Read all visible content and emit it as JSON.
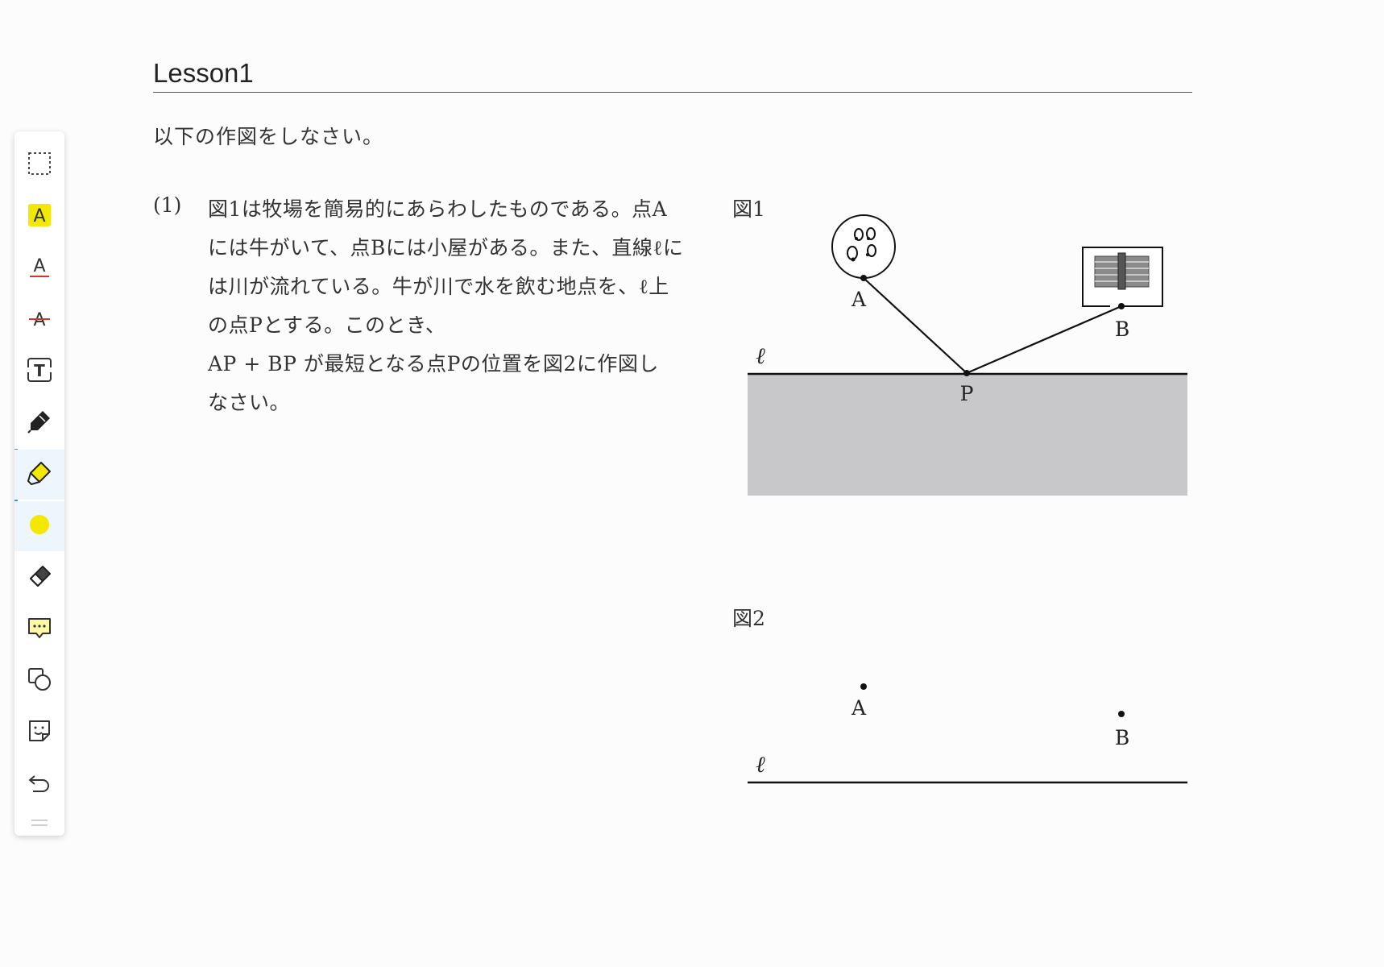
{
  "page": {
    "title": "Lesson1",
    "instruction": "以下の作図をしなさい。"
  },
  "question": {
    "number": "(1)",
    "lines": [
      "図1は牧場を簡易的にあらわしたものである。点A",
      "には牛がいて、点Bには小屋がある。また、直線ℓに",
      "は川が流れている。牛が川で水を飲む地点を、ℓ上",
      "の点Pとする。このとき、",
      "AP + BP が最短となる点Pの位置を図2に作図し",
      "なさい。"
    ]
  },
  "figure1": {
    "label": "図1",
    "point_a": "A",
    "point_b": "B",
    "point_p": "P",
    "line_label": "ℓ",
    "river_color": "#c8c7c9"
  },
  "figure2": {
    "label": "図2",
    "point_a": "A",
    "point_b": "B",
    "line_label": "ℓ"
  },
  "toolbar": {
    "accent_color": "#2a9be3",
    "highlight_color": "#f4e700",
    "tools": [
      {
        "icon": "selection-icon"
      },
      {
        "icon": "highlight-text-icon",
        "glyph": "A"
      },
      {
        "icon": "underline-text-icon",
        "glyph": "A"
      },
      {
        "icon": "strikethrough-text-icon",
        "glyph": "A"
      },
      {
        "icon": "text-box-icon",
        "glyph": "T"
      },
      {
        "icon": "pen-icon"
      },
      {
        "icon": "highlighter-icon"
      },
      {
        "icon": "color-swatch-icon"
      },
      {
        "icon": "eraser-icon"
      },
      {
        "icon": "comment-icon"
      },
      {
        "icon": "shapes-icon"
      },
      {
        "icon": "sticker-icon"
      },
      {
        "icon": "undo-icon"
      }
    ]
  }
}
